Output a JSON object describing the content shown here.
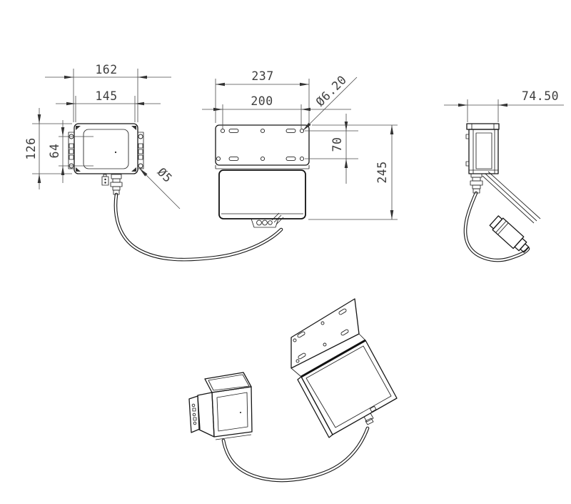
{
  "drawing": {
    "background": "#ffffff",
    "object_line_color": "#161616",
    "dimension_line_color": "#4a4a4a",
    "text_color": "#3e3e3e"
  },
  "dims": {
    "reader_outer_width": "162",
    "reader_hole_spacing_h": "145",
    "reader_height": "126",
    "reader_hole_spacing_v": "64",
    "reader_hole_dia": "Ø5",
    "plate_width": "237",
    "plate_hole_spacing_h": "200",
    "plate_hole_dia": "Ø6.20",
    "plate_hole_spacing_v": "70",
    "antenna_height": "245",
    "side_depth": "74.50"
  }
}
